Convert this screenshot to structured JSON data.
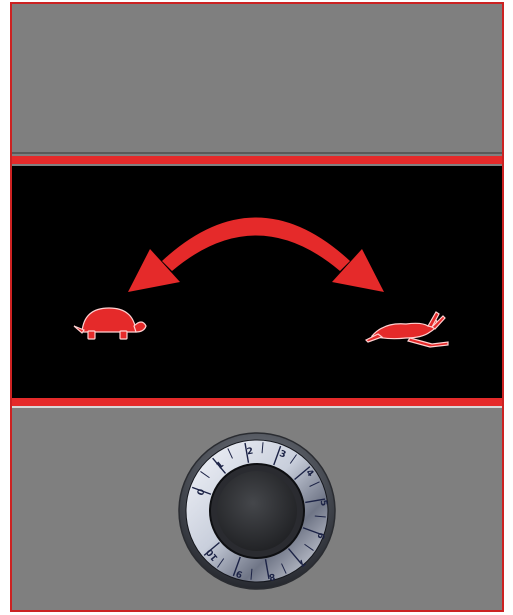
{
  "speed_control": {
    "slow_icon": "turtle-icon",
    "fast_icon": "rabbit-icon",
    "arrow_icon": "double-headed-curved-arrow-icon",
    "accent_color": "#e52a2a",
    "panel_color": "#7f7f7f",
    "display_color": "#000000"
  },
  "dial": {
    "numbers": [
      "0",
      "1",
      "2",
      "3",
      "4",
      "5",
      "6",
      "7",
      "8",
      "9",
      "10"
    ],
    "icon": "rotary-knob-icon"
  }
}
